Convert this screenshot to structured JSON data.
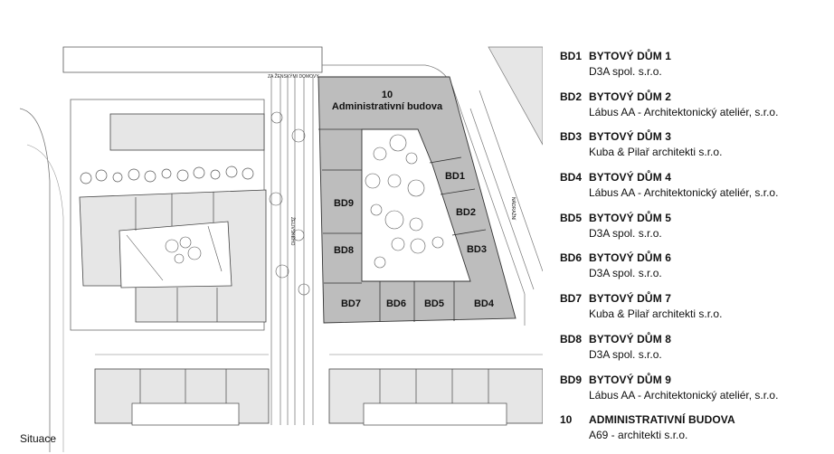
{
  "map": {
    "caption": "Situace",
    "streets": {
      "top": "ZA ŽENSKÝMI DOMOVY",
      "middle": "ŽELIVSKÉHO",
      "right": "NÁDRAŽNÍ"
    },
    "colors": {
      "building_fill": "#bdbdbd",
      "site_fill": "#ffffff",
      "line": "#333333",
      "neighbour_fill": "#e6e6e6"
    },
    "buildings": {
      "admin_number": "10",
      "admin_name": "Administrativní budova",
      "bd1": "BD1",
      "bd2": "BD2",
      "bd3": "BD3",
      "bd4": "BD4",
      "bd5": "BD5",
      "bd6": "BD6",
      "bd7": "BD7",
      "bd8": "BD8",
      "bd9": "BD9"
    }
  },
  "legend": [
    {
      "code": "BD1",
      "name": "BYTOVÝ DŮM 1",
      "architect": "D3A spol. s.r.o."
    },
    {
      "code": "BD2",
      "name": "BYTOVÝ DŮM 2",
      "architect": "Lábus AA - Architektonický ateliér, s.r.o."
    },
    {
      "code": "BD3",
      "name": "BYTOVÝ DŮM 3",
      "architect": "Kuba & Pilař architekti s.r.o."
    },
    {
      "code": "BD4",
      "name": "BYTOVÝ DŮM 4",
      "architect": "Lábus AA - Architektonický ateliér, s.r.o."
    },
    {
      "code": "BD5",
      "name": "BYTOVÝ DŮM 5",
      "architect": "D3A spol. s.r.o."
    },
    {
      "code": "BD6",
      "name": "BYTOVÝ DŮM 6",
      "architect": "D3A spol. s.r.o."
    },
    {
      "code": "BD7",
      "name": "BYTOVÝ DŮM 7",
      "architect": "Kuba & Pilař architekti s.r.o."
    },
    {
      "code": "BD8",
      "name": "BYTOVÝ DŮM 8",
      "architect": "D3A spol. s.r.o."
    },
    {
      "code": "BD9",
      "name": "BYTOVÝ DŮM 9",
      "architect": "Lábus AA - Architektonický ateliér, s.r.o."
    },
    {
      "code": "10",
      "name": "ADMINISTRATIVNÍ BUDOVA",
      "architect": "A69 - architekti s.r.o."
    }
  ]
}
